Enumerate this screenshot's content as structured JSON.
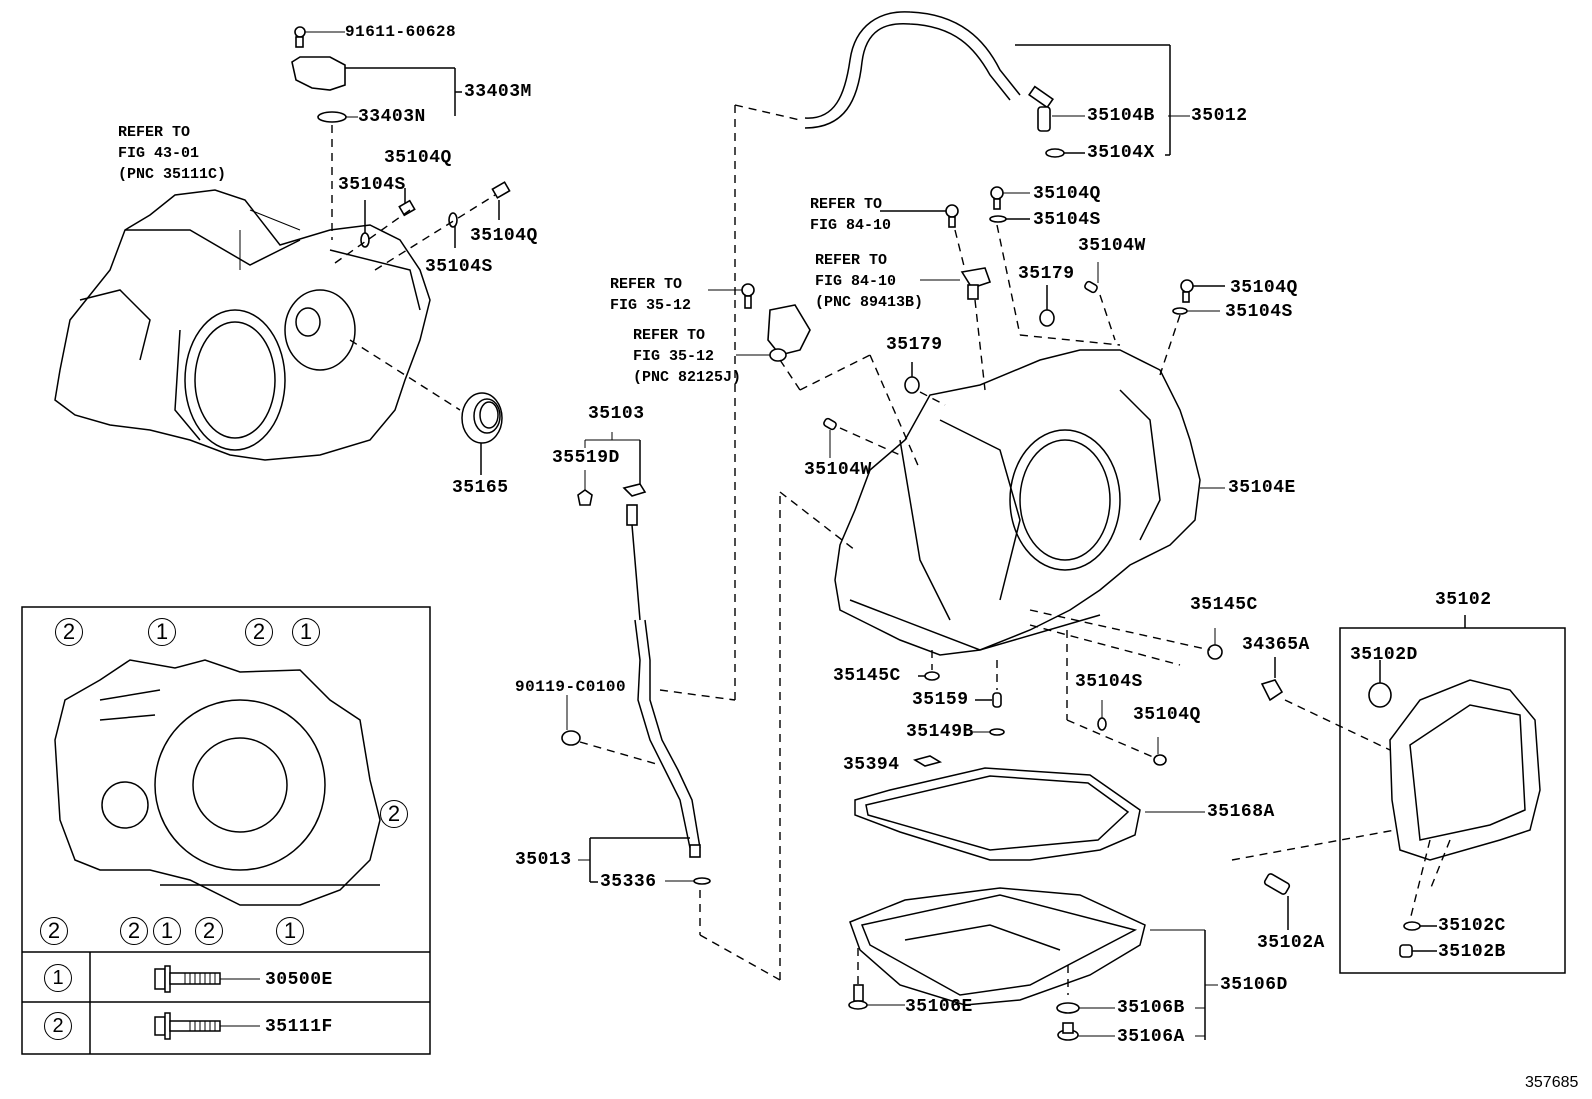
{
  "figure": {
    "id": "357685",
    "type": "exploded parts diagram",
    "subject": "automatic transaxle case & oil pan"
  },
  "labels": {
    "p91611": "91611-60628",
    "p33403M": "33403M",
    "p33403N": "33403N",
    "p35104Q_a": "35104Q",
    "p35104S_a": "35104S",
    "p35104Q_b": "35104Q",
    "p35104S_b": "35104S",
    "p35165": "35165",
    "p35104B": "35104B",
    "p35012": "35012",
    "p35104X": "35104X",
    "p35104Q_c": "35104Q",
    "p35104S_c": "35104S",
    "p35104W_a": "35104W",
    "p35179_a": "35179",
    "p35104Q_d": "35104Q",
    "p35104S_d": "35104S",
    "p35179_b": "35179",
    "p35104W_b": "35104W",
    "p35104E": "35104E",
    "p35103": "35103",
    "p35519D": "35519D",
    "p90119": "90119-C0100",
    "p35013": "35013",
    "p35336": "35336",
    "p35145C_a": "35145C",
    "p35145C_b": "35145C",
    "p34365A": "34365A",
    "p35102": "35102",
    "p35102D": "35102D",
    "p35159": "35159",
    "p35149B": "35149B",
    "p35104S_e": "35104S",
    "p35104Q_e": "35104Q",
    "p35394": "35394",
    "p35168A": "35168A",
    "p35102C": "35102C",
    "p35102B": "35102B",
    "p35102A": "35102A",
    "p35106D": "35106D",
    "p35106E": "35106E",
    "p35106B": "35106B",
    "p35106A": "35106A"
  },
  "references": {
    "ref_43_01": "REFER TO\nFIG 43-01\n(PNC 35111C)",
    "ref_84_10_a": "REFER TO\nFIG 84-10",
    "ref_84_10_b": "REFER TO\nFIG 84-10\n(PNC 89413B)",
    "ref_35_12_a": "REFER TO\nFIG 35-12",
    "ref_35_12_b": "REFER TO\nFIG 35-12\n(PNC 82125J)"
  },
  "inset": {
    "callouts": [
      "2",
      "1",
      "2",
      "1",
      "2",
      "2",
      "2",
      "1",
      "2",
      "1"
    ],
    "bolt_table": [
      {
        "key": "1",
        "part": "30500E"
      },
      {
        "key": "2",
        "part": "35111F"
      }
    ]
  }
}
